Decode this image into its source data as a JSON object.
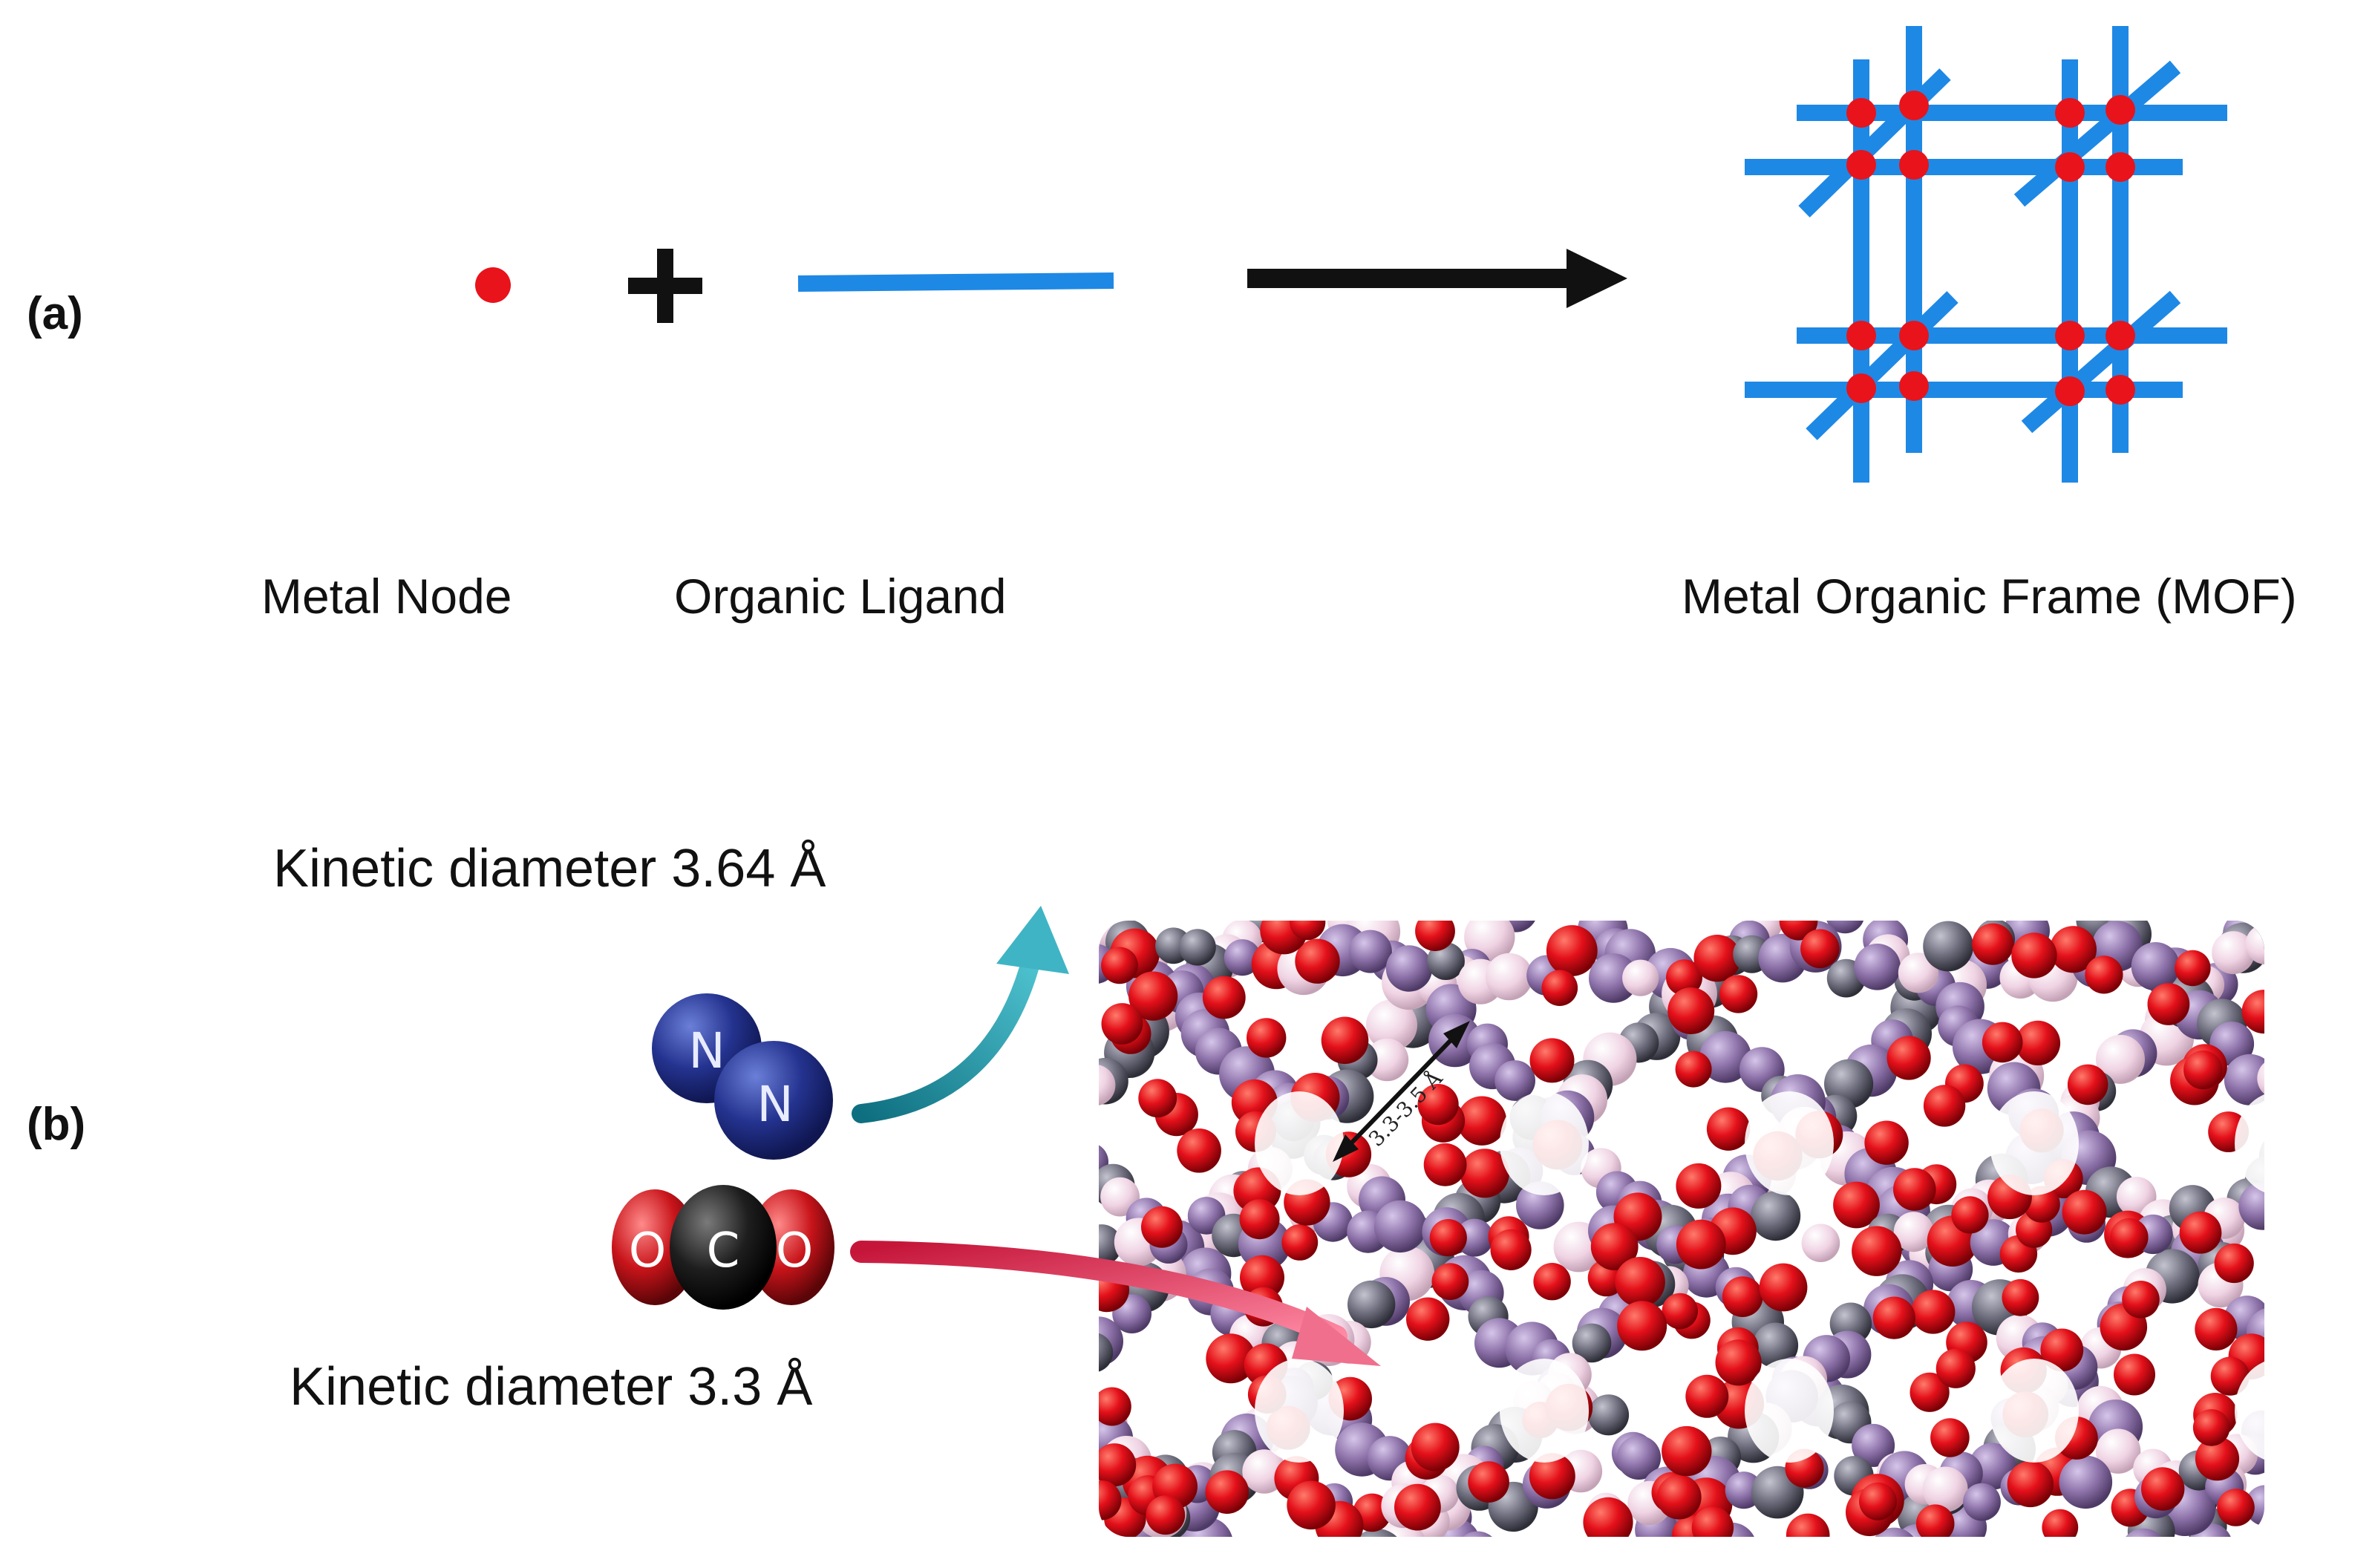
{
  "panel_a": {
    "label": "(a)",
    "metal_node_label": "Metal Node",
    "organic_ligand_label": "Organic Ligand",
    "mof_label": "Metal Organic Frame (MOF)"
  },
  "panel_b": {
    "label": "(b)",
    "n2": {
      "kinetic_label": "Kinetic diameter  3.64 Å",
      "atom_labels": [
        "N",
        "N"
      ]
    },
    "co2": {
      "kinetic_label": "Kinetic diameter  3.3 Å",
      "atom_labels": [
        "O",
        "C",
        "O"
      ]
    },
    "pore_label": "3.3-3.5 Å"
  },
  "colors": {
    "metal_node": "#e8131b",
    "ligand": "#1e88e5",
    "arrow": "#111111",
    "nitrogen": "#1f2f8e",
    "oxygen": "#c8141a",
    "carbon": "#1a1a1a",
    "n2_arrow": "#1f8ea0",
    "co2_arrow": "#e0334f",
    "framework_purple": "#8e73aa",
    "framework_pink": "#f0d4e4",
    "framework_grey": "#6e6e7e"
  }
}
